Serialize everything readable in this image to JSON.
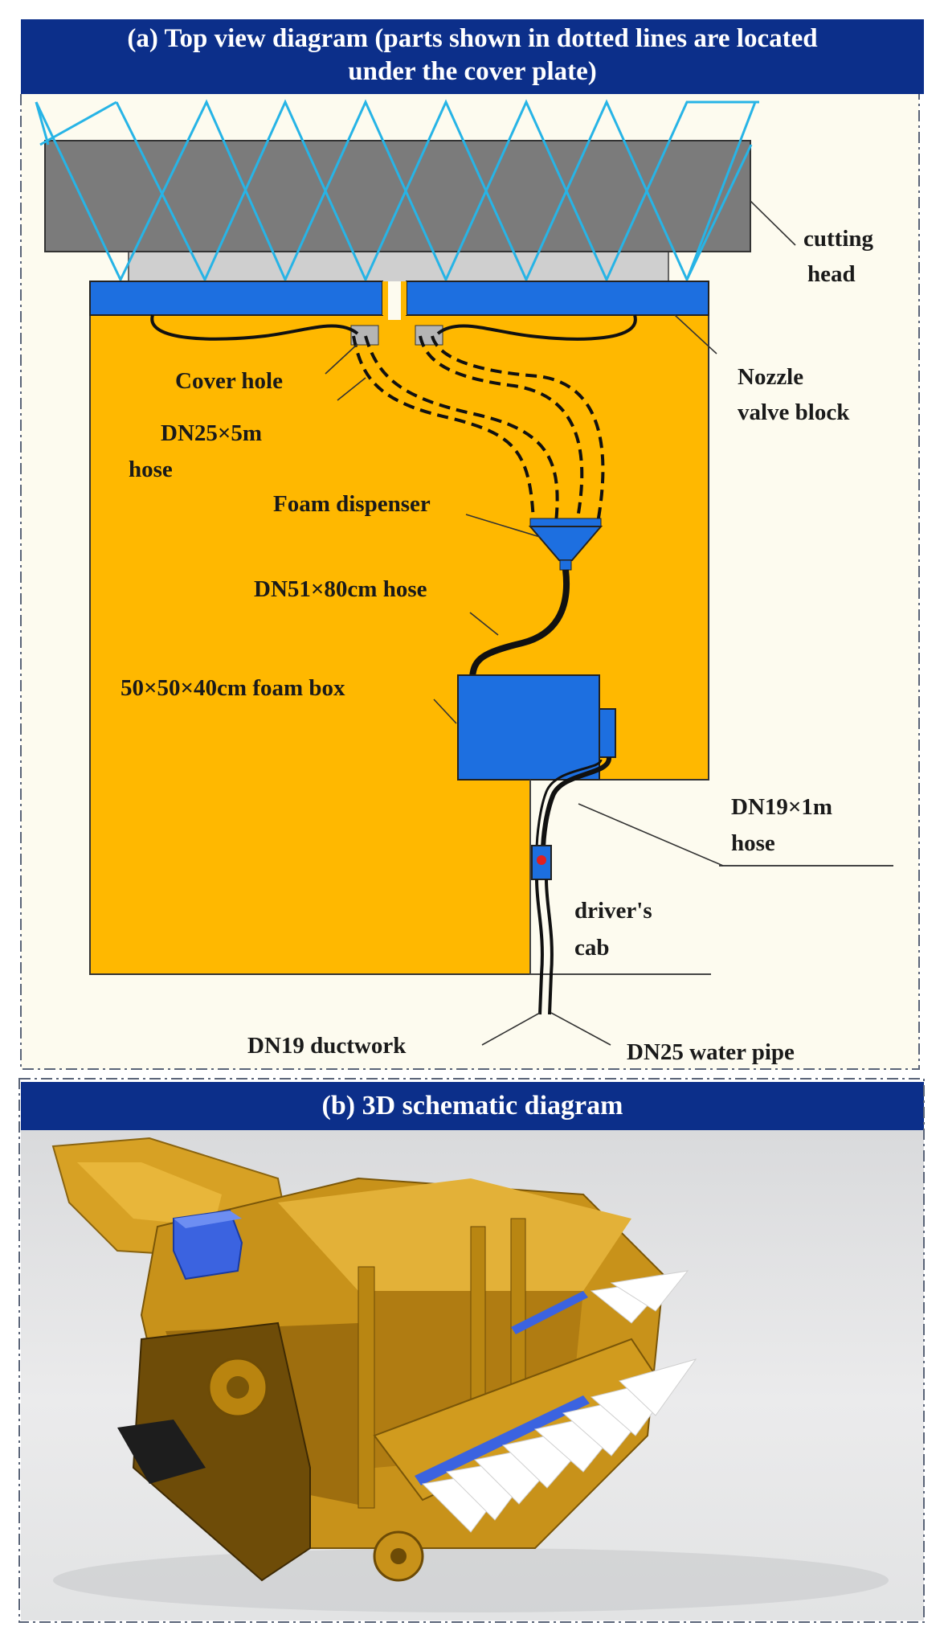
{
  "panel_a": {
    "title_line1": "(a) Top view diagram (parts shown in dotted lines are located",
    "title_line2": "under the cover plate)",
    "labels": {
      "cutting_head_1": "cutting",
      "cutting_head_2": "head",
      "nozzle_block_1": "Nozzle",
      "nozzle_block_2": "valve block",
      "cover_hole": "Cover hole",
      "hose_5m_1": "DN25×5m",
      "hose_5m_2": "hose",
      "foam_dispenser": "Foam dispenser",
      "hose_80cm": "DN51×80cm hose",
      "foam_box": "50×50×40cm foam box",
      "hose_1m_1": "DN19×1m",
      "hose_1m_2": "hose",
      "drivers_cab_1": "driver's",
      "drivers_cab_2": "cab",
      "ductwork": "DN19 ductwork",
      "water_pipe": "DN25 water pipe"
    }
  },
  "panel_b": {
    "title": "(b) 3D schematic diagram"
  },
  "colors": {
    "banner": "#0c2f8a",
    "body_orange": "#ffb800",
    "nozzle_blue": "#1d6fe0",
    "spray_cyan": "#27b4e6",
    "cutting_gray": "#7a7a7a",
    "panel_bg": "#fdfbef"
  }
}
